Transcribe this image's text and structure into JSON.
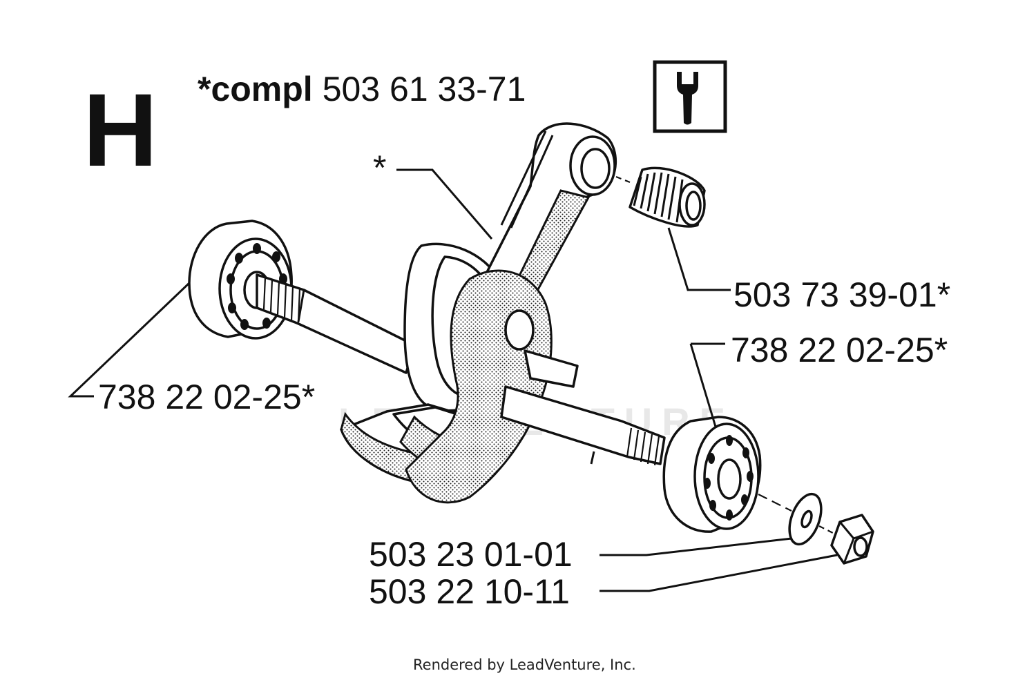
{
  "section_letter": "H",
  "kit": {
    "prefix": "*compl",
    "number": "503 61 33-71"
  },
  "icons": {
    "tool": "wrench-icon"
  },
  "callouts": {
    "asterisk": "*",
    "needle_bearing": "503 73 39-01*",
    "bearing_left": "738 22 02-25*",
    "bearing_right": "738 22 02-25*",
    "washer": "503 23 01-01",
    "nut": "503 22 10-11"
  },
  "watermark": "LEADVENTURE",
  "footer": "Rendered by LeadVenture, Inc."
}
